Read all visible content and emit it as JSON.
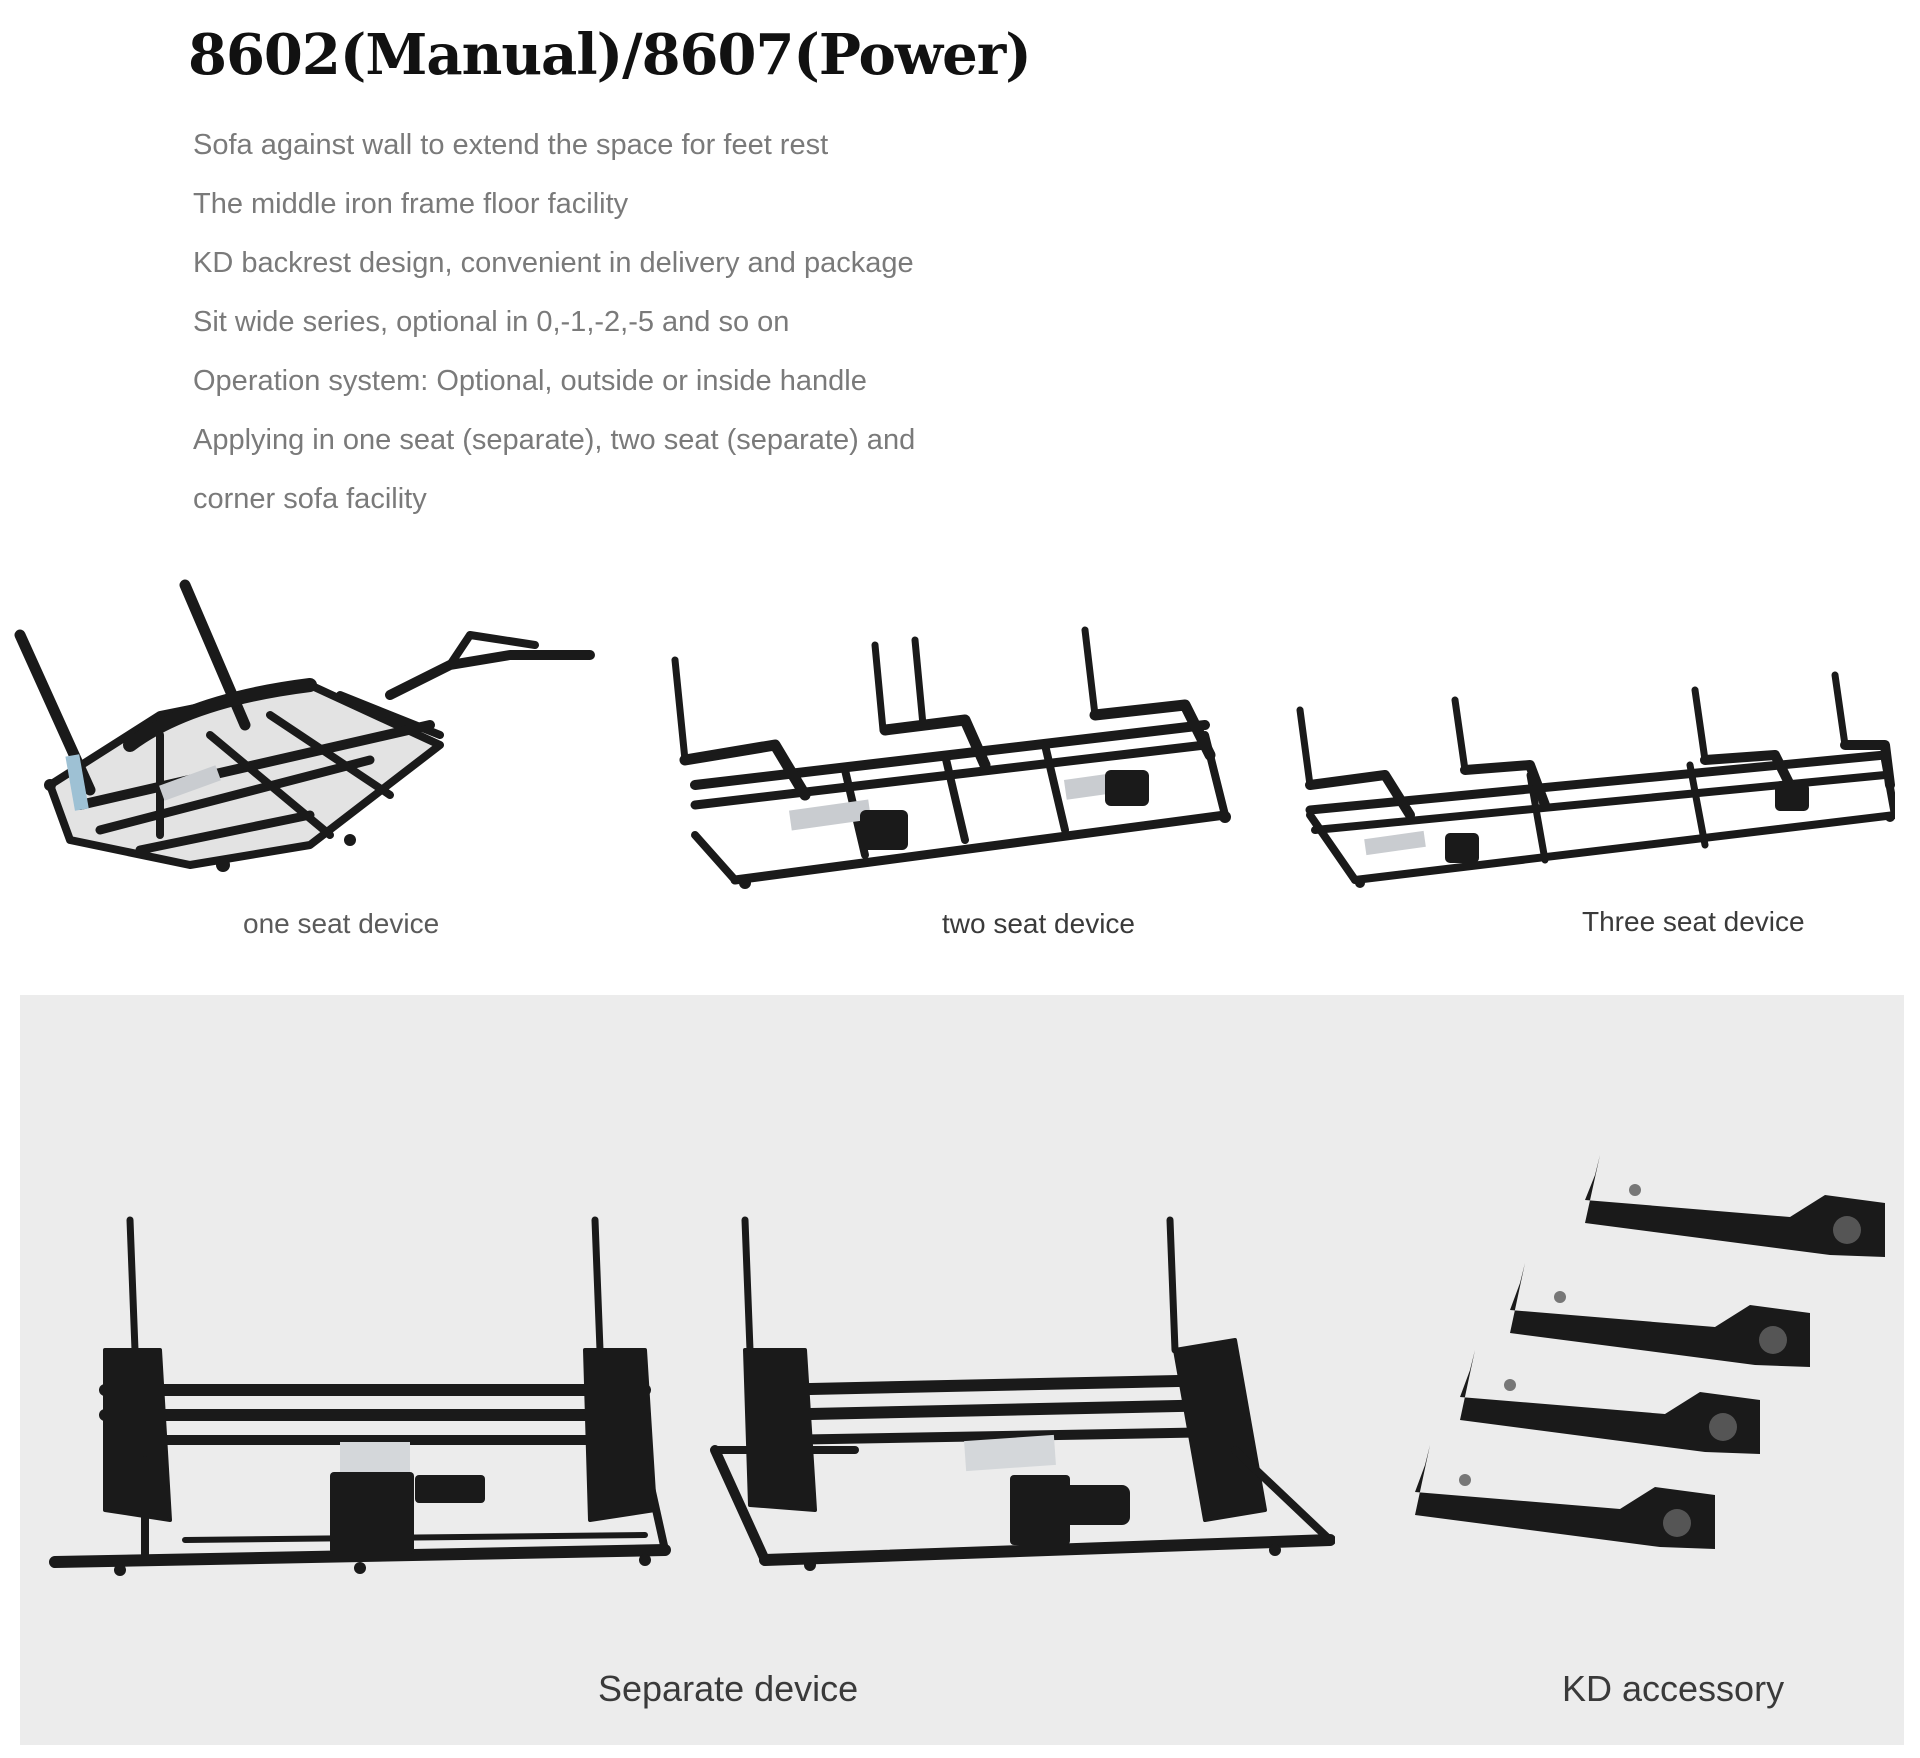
{
  "title": "8602(Manual)/8607(Power)",
  "features": [
    "Sofa against wall to extend the space for feet rest",
    "The middle iron frame floor facility",
    "KD backrest design, convenient in delivery and package",
    "Sit wide series, optional in 0,-1,-2,-5 and so on",
    "Operation system: Optional, outside or inside handle",
    "Applying in one seat (separate), two seat (separate) and",
    "corner sofa facility"
  ],
  "products": {
    "one_seat": "one seat  device",
    "two_seat": "two seat device",
    "three_seat": "Three seat device"
  },
  "bottom": {
    "separate": "Separate  device",
    "kd": "KD  accessory"
  },
  "colors": {
    "frame": "#1a1a1a",
    "panel": "#ececec",
    "motor": "#c9ccd0"
  }
}
